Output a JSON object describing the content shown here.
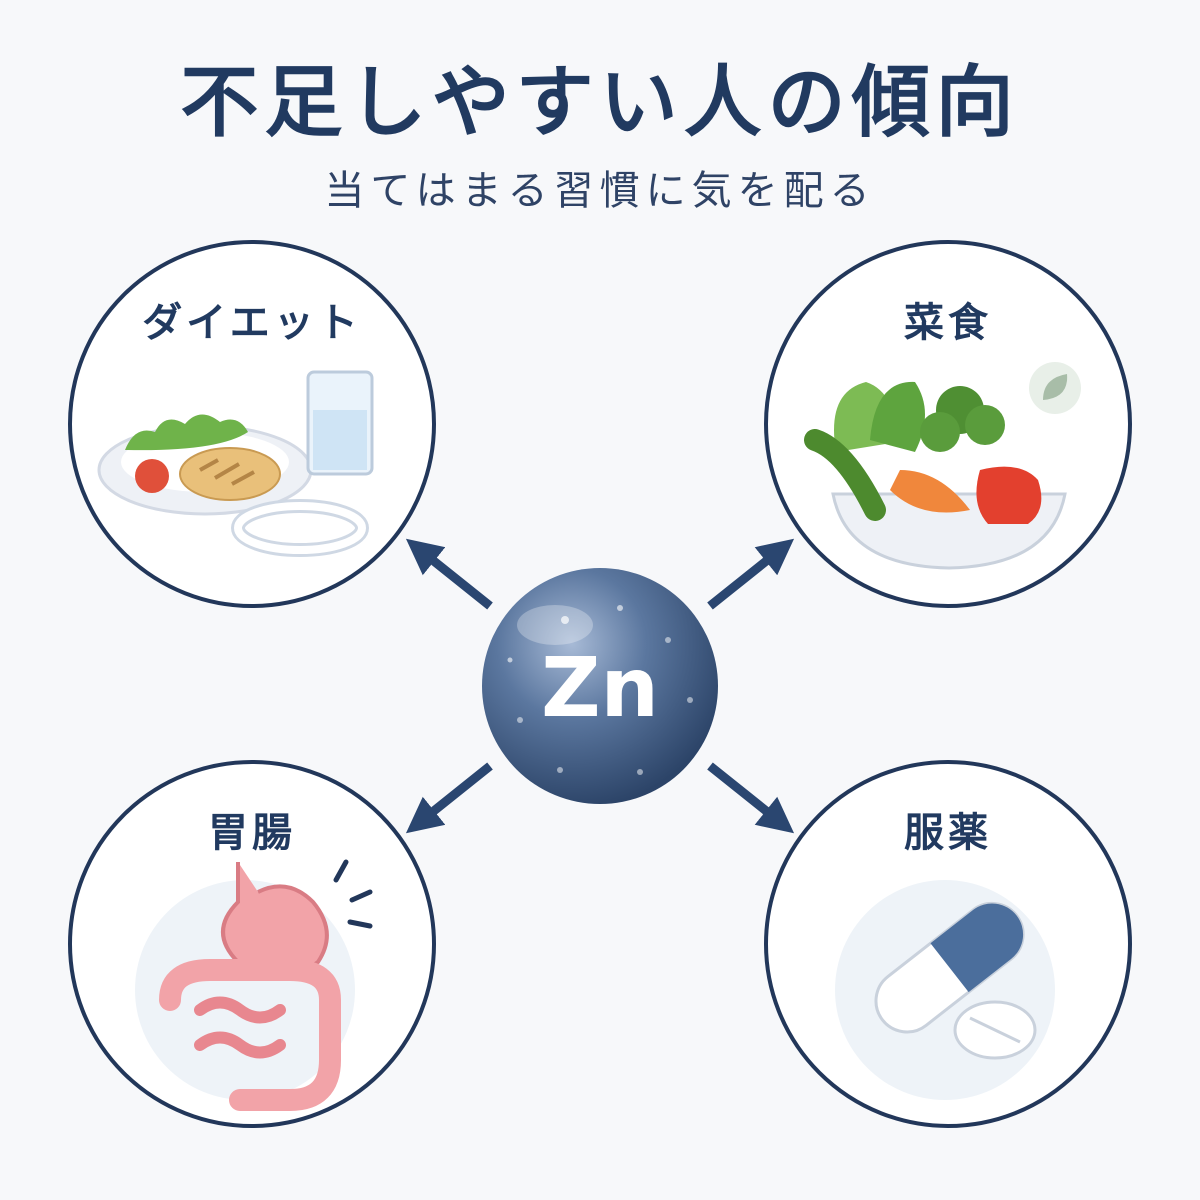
{
  "title": "不足しやすい人の傾向",
  "subtitle": "当てはまる習慣に気を配る",
  "center": {
    "symbol": "Zn"
  },
  "categories": [
    {
      "label": "ダイエット",
      "icon": "diet-meal-icon"
    },
    {
      "label": "菜食",
      "icon": "vegetable-bowl-icon"
    },
    {
      "label": "胃腸",
      "icon": "digestive-system-icon"
    },
    {
      "label": "服薬",
      "icon": "medicine-capsule-icon"
    }
  ],
  "colors": {
    "primary": "#213a60",
    "sphere": "#4d6a93",
    "background": "#f7f8fa"
  }
}
